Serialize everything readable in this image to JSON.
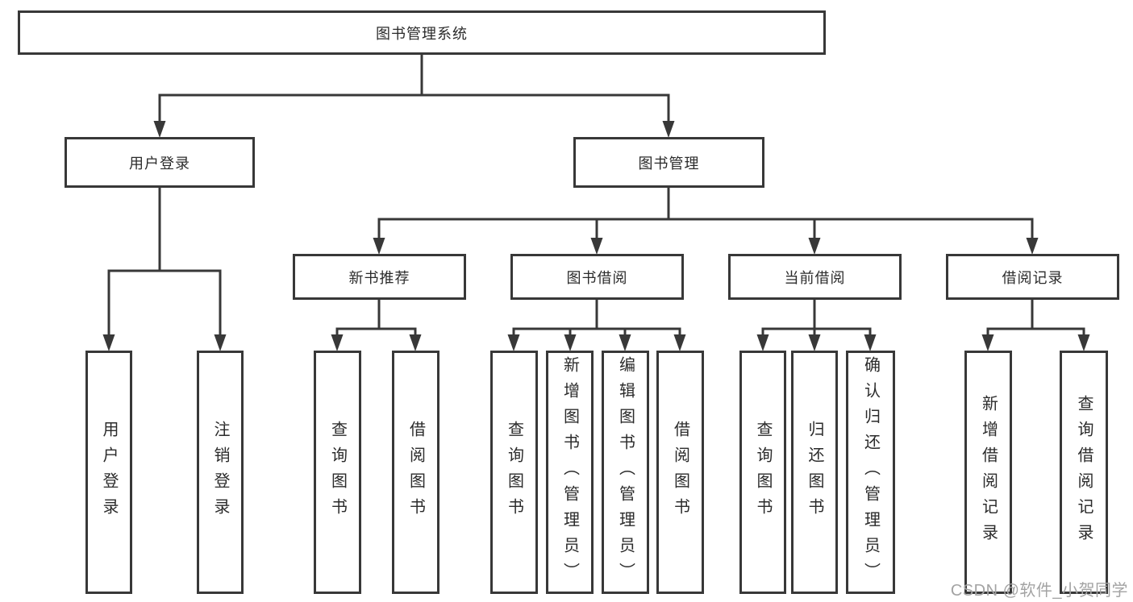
{
  "diagram_type": "hierarchy-tree",
  "colors": {
    "line": "#383838",
    "box_border": "#383838",
    "text": "#2b2b2b",
    "watermark": "#a3a3a3",
    "background": "#ffffff"
  },
  "watermark": "CSDN @软件_小贺同学",
  "tree": {
    "root": {
      "label": "图书管理系统"
    },
    "children": [
      {
        "label": "用户登录",
        "children": [
          {
            "label": "用户登录"
          },
          {
            "label": "注销登录"
          }
        ]
      },
      {
        "label": "图书管理",
        "children": [
          {
            "label": "新书推荐",
            "children": [
              {
                "label": "查询图书"
              },
              {
                "label": "借阅图书"
              }
            ]
          },
          {
            "label": "图书借阅",
            "children": [
              {
                "label": "查询图书"
              },
              {
                "label": "新增图书（管理员）"
              },
              {
                "label": "编辑图书（管理员）"
              },
              {
                "label": "借阅图书"
              }
            ]
          },
          {
            "label": "当前借阅",
            "children": [
              {
                "label": "查询图书"
              },
              {
                "label": "归还图书"
              },
              {
                "label": "确认归还（管理员）"
              }
            ]
          },
          {
            "label": "借阅记录",
            "children": [
              {
                "label": "新增借阅记录"
              },
              {
                "label": "查询借阅记录"
              }
            ]
          }
        ]
      }
    ]
  }
}
